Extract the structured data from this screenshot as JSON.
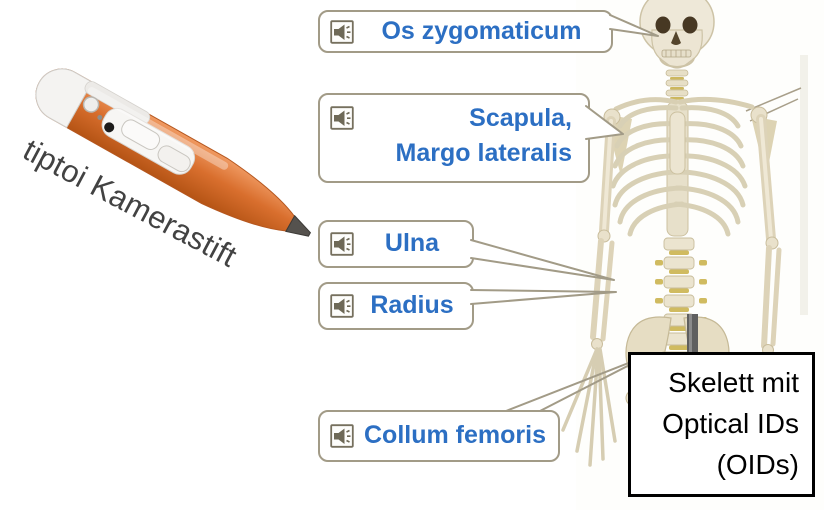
{
  "pen": {
    "label": "tiptoi Kamerastift",
    "figure": "tiptoi-orange-camera-pen-photo"
  },
  "skeleton_figure": "anatomical-skeleton-model-photo",
  "callouts": [
    {
      "name": "os-zygomaticum",
      "icon": "audio-speaker-icon",
      "lines": [
        "Os zygomaticum"
      ]
    },
    {
      "name": "scapula-margo-lateralis",
      "icon": "audio-speaker-icon",
      "lines": [
        "Scapula,",
        "Margo lateralis"
      ]
    },
    {
      "name": "ulna",
      "icon": "audio-speaker-icon",
      "lines": [
        "Ulna"
      ]
    },
    {
      "name": "radius",
      "icon": "audio-speaker-icon",
      "lines": [
        "Radius"
      ]
    },
    {
      "name": "collum-femoris",
      "icon": "audio-speaker-icon",
      "lines": [
        "Collum femoris"
      ]
    }
  ],
  "info_box": {
    "lines": [
      "Skelett mit",
      "Optical IDs",
      "(OIDs)"
    ]
  },
  "colors": {
    "label_blue": "#2c6fc3",
    "callout_border": "#a29b87",
    "pen_orange": "#d96f2e",
    "info_border": "#000000",
    "bone": "#e9e1cb"
  }
}
